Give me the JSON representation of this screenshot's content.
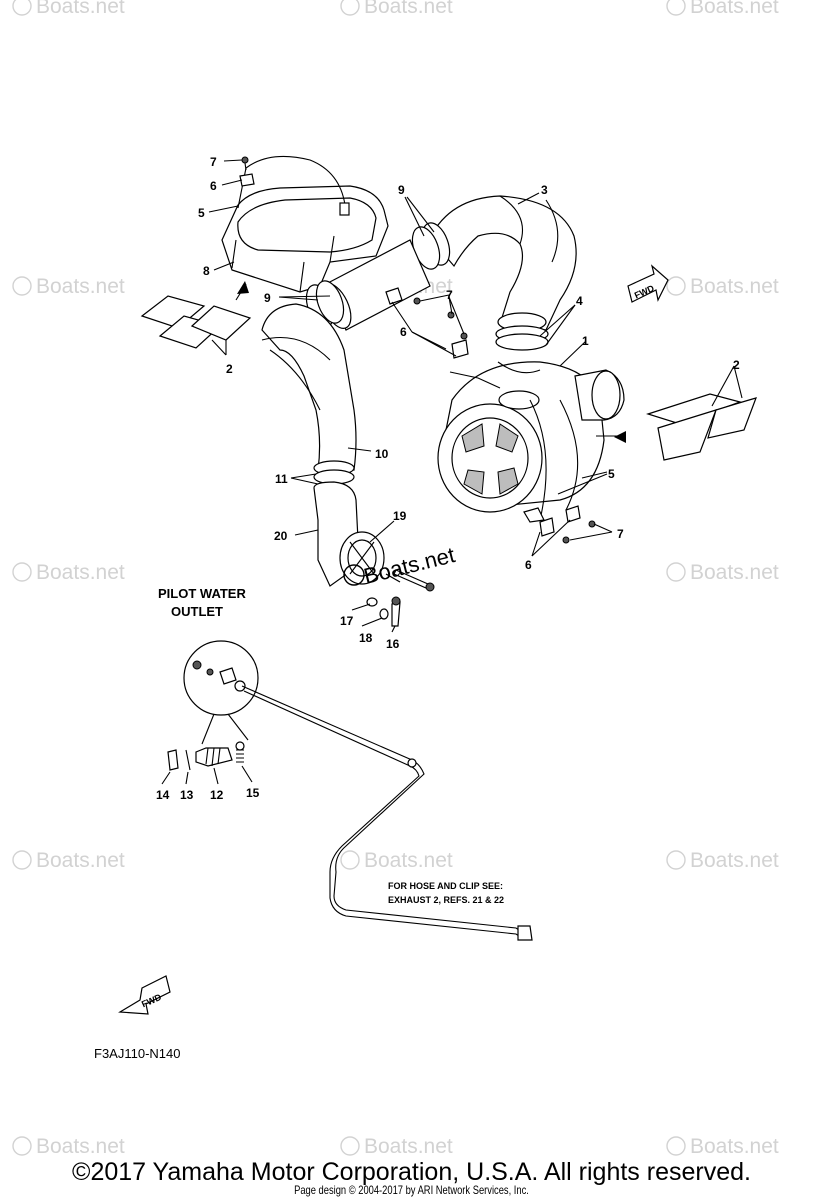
{
  "callouts": {
    "c1": "1",
    "c2a": "2",
    "c2b": "2",
    "c3": "3",
    "c4": "4",
    "c5a": "5",
    "c5b": "5",
    "c6a": "6",
    "c6b": "6",
    "c6c": "6",
    "c7a": "7",
    "c7b": "7",
    "c7c": "7",
    "c8": "8",
    "c9a": "9",
    "c9b": "9",
    "c10": "10",
    "c11": "11",
    "c12": "12",
    "c13": "13",
    "c14": "14",
    "c15": "15",
    "c16": "16",
    "c17": "17",
    "c18": "18",
    "c19": "19",
    "c20": "20"
  },
  "labels": {
    "pilot_line1": "PILOT WATER",
    "pilot_line2": "OUTLET",
    "hose_note_line1": "FOR HOSE AND CLIP SEE:",
    "hose_note_line2": "EXHAUST 2, REFS. 21 & 22",
    "fwd_top": "FWD",
    "fwd_bottom": "FWD",
    "diagram_code": "F3AJ110-N140"
  },
  "watermark": {
    "text": "Boats.net",
    "center_text": "Boats.net"
  },
  "footer": {
    "copyright": "©2017 Yamaha Motor Corporation, U.S.A. All rights reserved.",
    "page_design": "Page design © 2004-2017 by ARI Network Services, Inc."
  }
}
